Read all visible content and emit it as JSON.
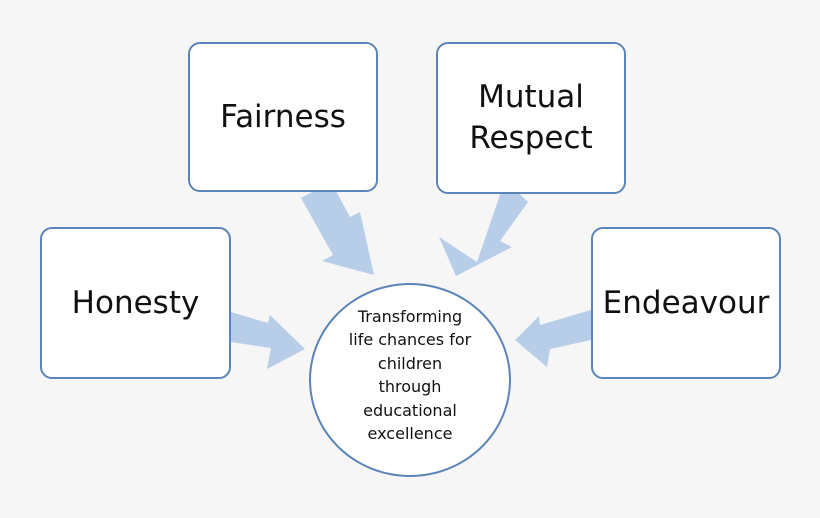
{
  "values_boxes": {
    "fairness": "Fairness",
    "mutual_respect": [
      "Mutual",
      "Respect"
    ],
    "honesty": "Honesty",
    "endeavour": "Endeavour"
  },
  "center": {
    "lines": [
      "Transforming",
      "life chances for",
      "children",
      "through",
      "educational",
      "excellence"
    ]
  },
  "colors": {
    "box_border": "#5b85b8",
    "arrow_fill": "#b7cde8",
    "background": "#f6f6f6"
  }
}
